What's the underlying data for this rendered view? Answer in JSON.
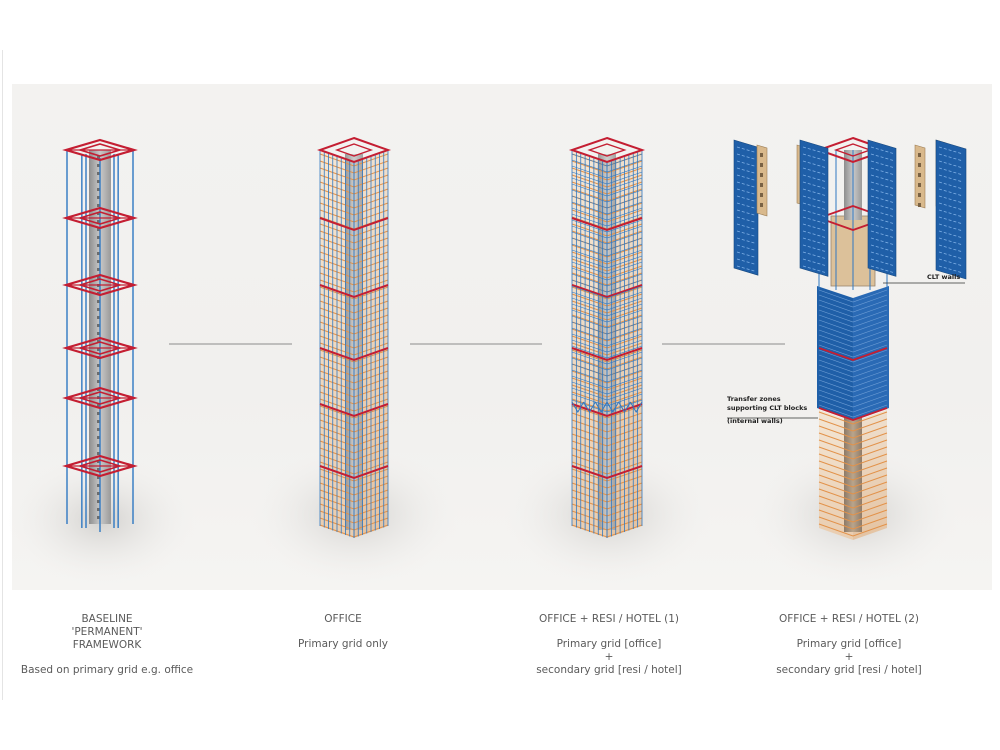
{
  "colors": {
    "steel_red": "#c41e32",
    "column_blue": "#2f78c2",
    "module_blue": "#1f5fa8",
    "clt_timber": "#d9b98c",
    "floor_orange": "#e2924a",
    "core_grey": "#a6a6a6"
  },
  "columns": [
    {
      "title": "BASELINE 'PERMANENT' FRAMEWORK",
      "lines": [
        "Based on primary grid e.g. office"
      ]
    },
    {
      "title": "OFFICE",
      "lines": [
        "Primary grid only"
      ]
    },
    {
      "title": "OFFICE + RESI / HOTEL (1)",
      "lines": [
        "Primary grid [office]",
        "+",
        "secondary grid [resi / hotel]"
      ]
    },
    {
      "title": "OFFICE + RESI / HOTEL (2)",
      "lines": [
        "Primary grid [office]",
        "+",
        "secondary grid [resi / hotel]"
      ]
    }
  ],
  "annotations": {
    "clt_walls": "CLT walls",
    "transfer_line1": "Transfer zones",
    "transfer_line2": "supporting CLT blocks",
    "transfer_line3": "(internal walls)"
  }
}
